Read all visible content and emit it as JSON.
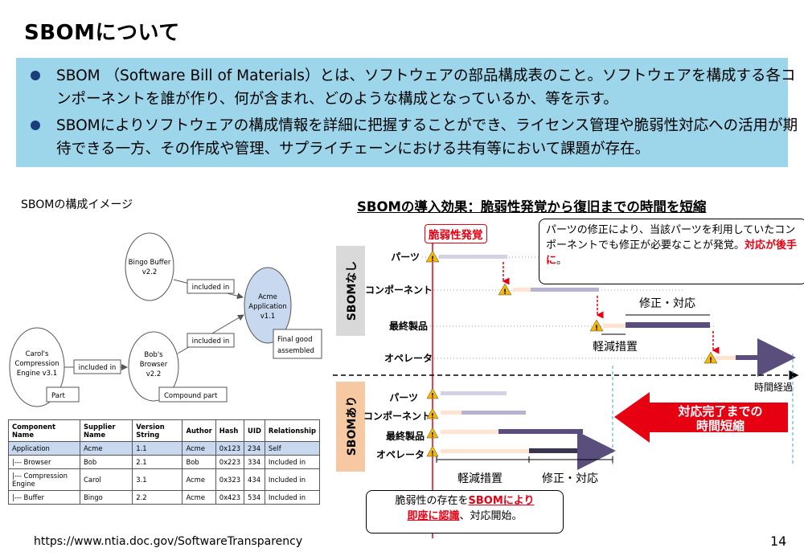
{
  "page_title": "SBOMについて",
  "bullets": [
    "SBOM （Software Bill of Materials）とは、ソフトウェアの部品構成表のこと。ソフトウェアを構成する各コンポーネントを誰が作り、何が含まれ、どのような構成となっているか、等を示す。",
    "SBOMによりソフトウェアの構成情報を詳細に把握することができ、ライセンス管理や脆弱性対応への活用が期待できる一方、その作成や管理、サプライチェーンにおける共有等において課題が存在。"
  ],
  "left_panel": {
    "label": "SBOMの構成イメージ",
    "nodes": {
      "bingo": [
        "Bingo Buffer",
        "v2.2"
      ],
      "acme": [
        "Acme",
        "Application",
        "v1.1"
      ],
      "carol": [
        "Carol's",
        "Compression",
        "Engine v3.1"
      ],
      "bob": [
        "Bob's",
        "Browser",
        "v2.2"
      ]
    },
    "edge_label": "included in",
    "tags": {
      "final": [
        "Final good",
        "assembled"
      ],
      "part": "Part",
      "compound": "Compound part"
    },
    "table": {
      "headers": [
        "Component Name",
        "Supplier Name",
        "Version String",
        "Author",
        "Hash",
        "UID",
        "Relationship"
      ],
      "rows": [
        [
          "Application",
          "Acme",
          "1.1",
          "Acme",
          "0x123",
          "234",
          "Self"
        ],
        [
          "|--- Browser",
          "Bob",
          "2.1",
          "Bob",
          "0x223",
          "334",
          "Included in"
        ],
        [
          "|--- Compression Engine",
          "Carol",
          "3.1",
          "Acme",
          "0x323",
          "434",
          "Included in"
        ],
        [
          "|--- Buffer",
          "Bingo",
          "2.2",
          "Acme",
          "0x423",
          "534",
          "Included in"
        ]
      ]
    }
  },
  "right_panel": {
    "title": "SBOMの導入効果：脆弱性発覚から復旧までの時間を短縮",
    "without_label": "SBOMなし",
    "with_label": "SBOMあり",
    "rows": [
      "パーツ",
      "コンポーネント",
      "最終製品",
      "オペレータ"
    ],
    "vuln_found": "脆弱性発覚",
    "callout_top_plain": "パーツの修正により、当該パーツを利用していたコンポーネントでも修正が必要なことが発覚。",
    "callout_top_red": "対応が後手に",
    "callout_top_end": "。",
    "fix_label": "修正・対応",
    "mitigation_label": "軽減措置",
    "time_axis": "時間経過",
    "arrow_text": [
      "対応完了までの",
      "時間短縮"
    ],
    "bottom_mitigation": "軽減措置",
    "bottom_fix": "修正・対応",
    "callout_bottom_1": "脆弱性の存在を",
    "callout_bottom_red1": "SBOMにより",
    "callout_bottom_red2": "即座に認識",
    "callout_bottom_2": "、対応開始。"
  },
  "footer_url": "https://www.ntia.doc.gov/SoftwareTransparency",
  "page_number": "14",
  "colors": {
    "blue_box": "#9dd5ea",
    "bullet": "#1a3d7c",
    "red": "#e60012",
    "bar_purple": "#5a4e7c",
    "highlight_row": "#c8d8ee"
  }
}
